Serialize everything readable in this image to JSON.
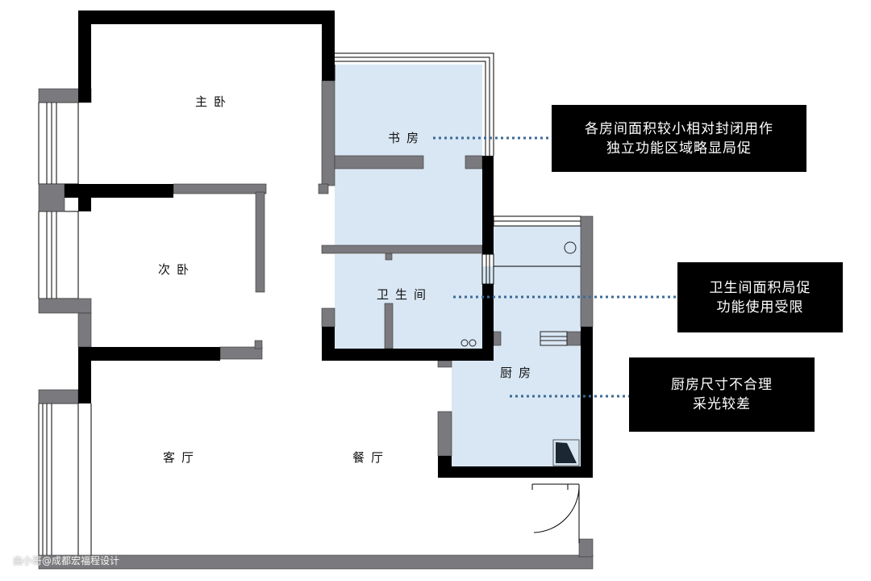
{
  "rooms": {
    "master_bedroom": "主卧",
    "study": "书房",
    "second_bedroom": "次卧",
    "bathroom": "卫生间",
    "kitchen": "厨房",
    "living_room": "客厅",
    "dining_room": "餐厅"
  },
  "notes": [
    {
      "line1": "各房间面积较小相对封闭用作",
      "line2": "独立功能区域略显局促"
    },
    {
      "line1": "卫生间面积局促",
      "line2": "功能使用受限"
    },
    {
      "line1": "厨房尺寸不合理",
      "line2": "采光较差"
    }
  ],
  "watermark": "由小哥@成都宏福程设计",
  "colors": {
    "wall": "#000000",
    "partition": "#7a7a7e",
    "highlight": "#d9e7f4",
    "leader": "#3d6a96"
  }
}
